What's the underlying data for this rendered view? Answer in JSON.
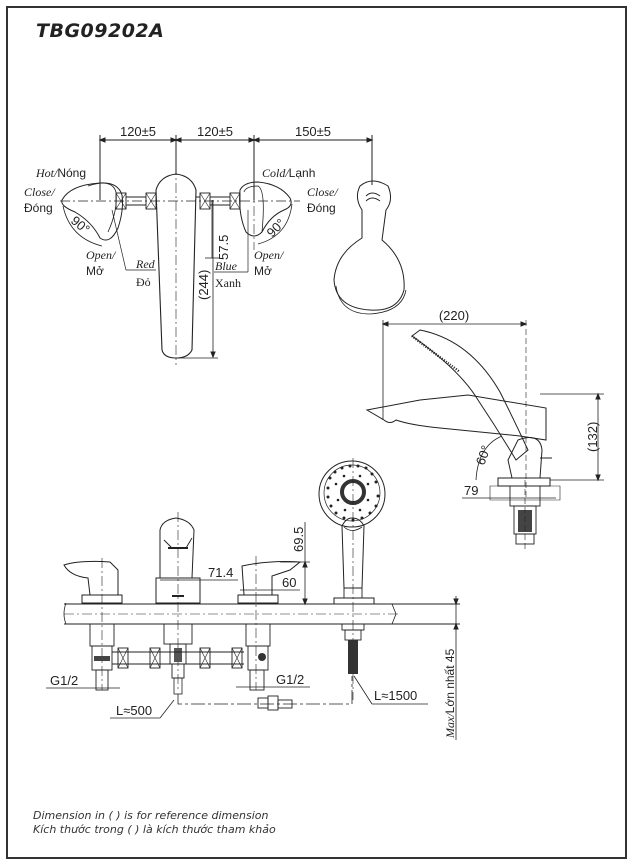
{
  "title": "TBG09202A",
  "top_view": {
    "dims": {
      "d1": "120±5",
      "d2": "120±5",
      "d3": "150±5",
      "handle_offset": "57.5",
      "spout_length": "(244)"
    },
    "hot_label_en": "Hot/",
    "hot_label_vi": "Nóng",
    "cold_label_en": "Cold/",
    "cold_label_vi": "Lạnh",
    "close_left_en": "Close/",
    "close_left_vi": "Đóng",
    "close_right_en": "Close/",
    "close_right_vi": "Đóng",
    "open_left_en": "Open/",
    "open_left_vi": "Mở",
    "open_right_en": "Open/",
    "open_right_vi": "Mở",
    "angle_left": "90°",
    "angle_right": "90°",
    "red_en": "Red",
    "red_vi": "Đỏ",
    "blue_en": "Blue",
    "blue_vi": "Xanh"
  },
  "side_view": {
    "width_dim": "(220)",
    "height_dim": "(132)",
    "angle": "60°",
    "base_dim": "79"
  },
  "front_view": {
    "spout_width": "71.4",
    "handle_width": "60",
    "height_dim": "69.5",
    "thread_left": "G1/2",
    "thread_right": "G1/2",
    "hose_short": "L≈500",
    "hose_long": "L≈1500",
    "deck_max_en": "Max/",
    "deck_max_vi": "Lớn nhất  45"
  },
  "notes": {
    "line1": "Dimension in ( ) is for reference dimension",
    "line2": "Kích thước trong ( ) là kích thước tham khảo"
  }
}
